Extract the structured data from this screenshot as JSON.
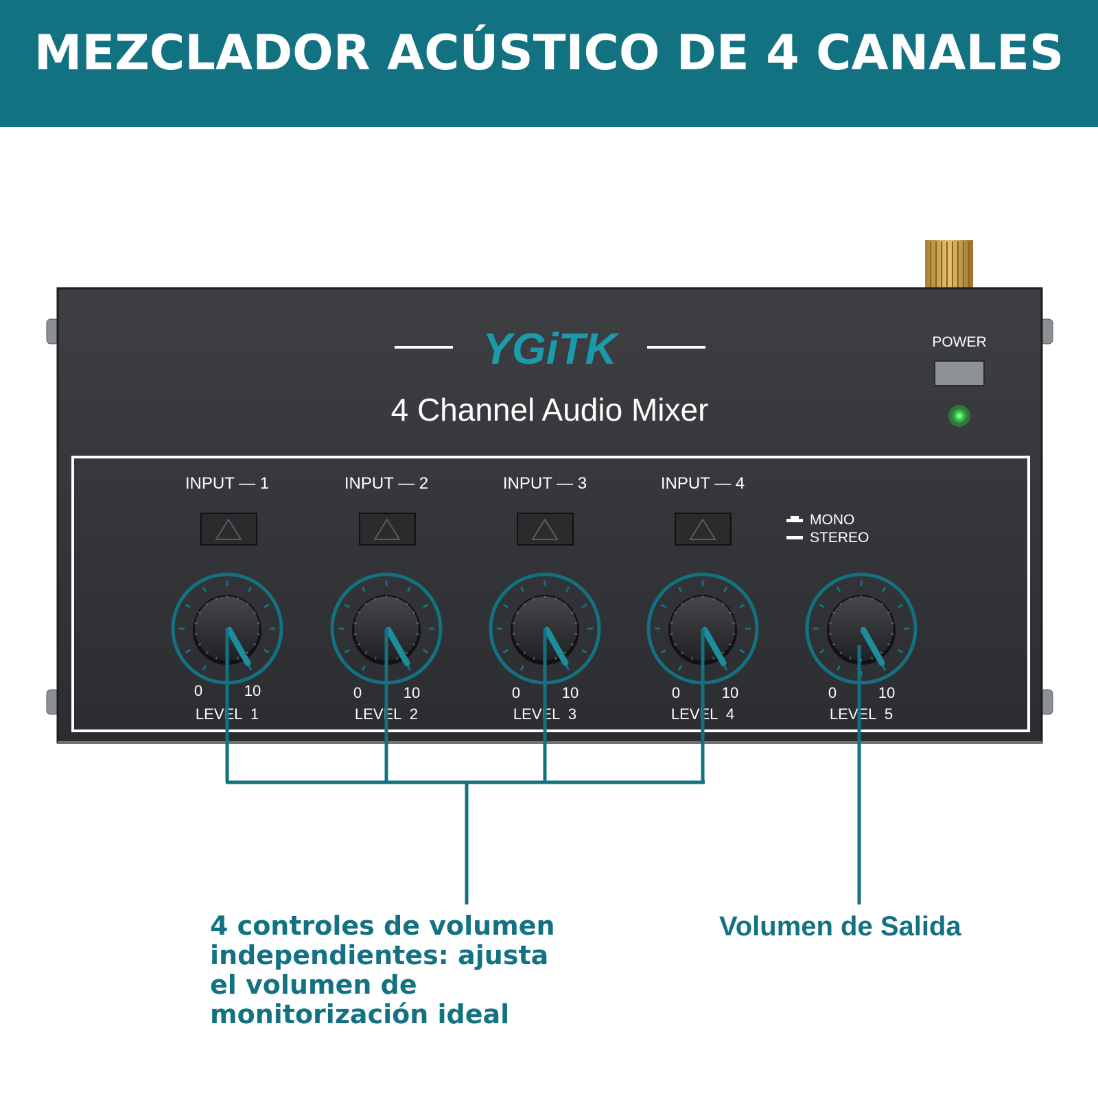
{
  "banner": {
    "title": "MEZCLADOR ACÚSTICO DE 4 CANALES"
  },
  "device": {
    "brand": "YGiTK",
    "model_label": "4 Channel Audio Mixer",
    "power_label": "POWER",
    "power_led_color": "#3bd94a",
    "accent_color": "#137282",
    "mode_switch": {
      "mono_label": "MONO",
      "stereo_label": "STEREO"
    },
    "channels": [
      {
        "input_label": "INPUT — 1",
        "scale_min": "0",
        "scale_max": "10",
        "level_label": "LEVEL  1"
      },
      {
        "input_label": "INPUT — 2",
        "scale_min": "0",
        "scale_max": "10",
        "level_label": "LEVEL  2"
      },
      {
        "input_label": "INPUT — 3",
        "scale_min": "0",
        "scale_max": "10",
        "level_label": "LEVEL  3"
      },
      {
        "input_label": "INPUT — 4",
        "scale_min": "0",
        "scale_max": "10",
        "level_label": "LEVEL  4"
      }
    ],
    "output": {
      "scale_min": "0",
      "scale_max": "10",
      "level_label": "LEVEL  5"
    }
  },
  "callouts": {
    "left_lines": [
      "4 controles de volumen",
      "independientes: ajusta",
      "el volumen de",
      "monitorización ideal"
    ],
    "right": "Volumen de Salida"
  }
}
